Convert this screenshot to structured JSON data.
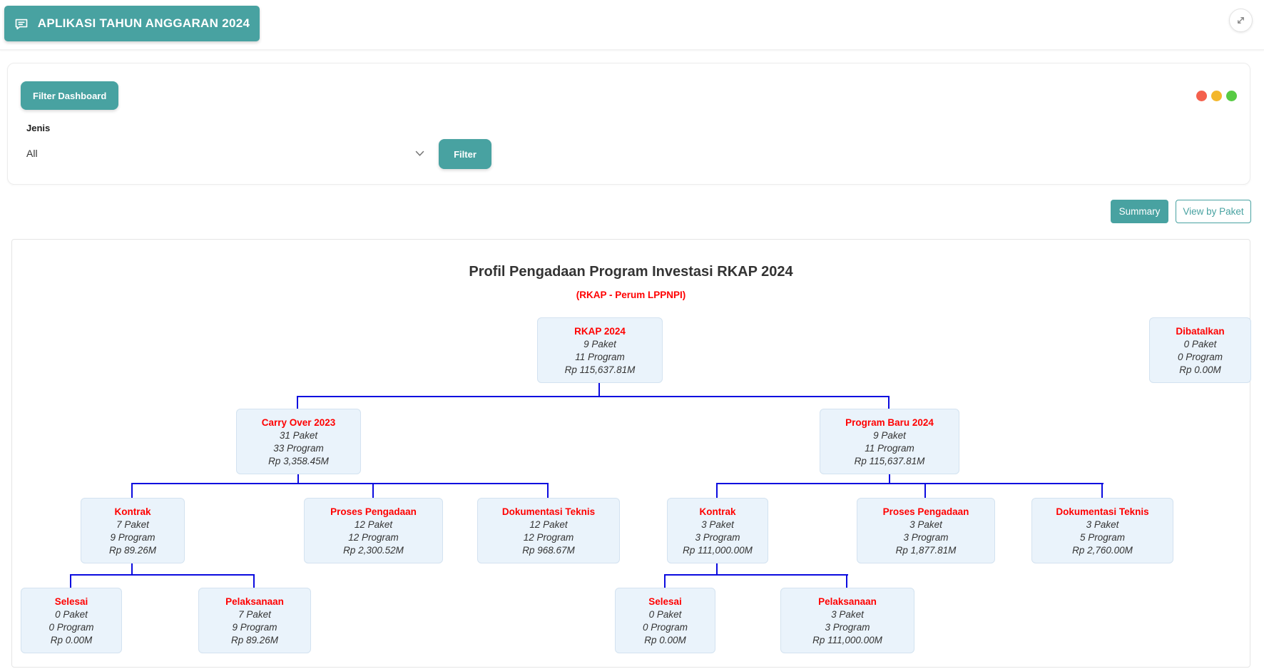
{
  "header": {
    "app_title": "APLIKASI TAHUN ANGGARAN 2024",
    "icons": {
      "title_icon": "chat-message-icon",
      "corner_icon": "diagonal-resize-icon"
    }
  },
  "filter_panel": {
    "panel_button_label": "Filter Dashboard",
    "jenis_label": "Jenis",
    "jenis_selected_value": "All",
    "filter_button_label": "Filter",
    "status_dots": [
      {
        "name": "red",
        "color": "#f4604d"
      },
      {
        "name": "yellow",
        "color": "#f3b72b"
      },
      {
        "name": "green",
        "color": "#57cb43"
      }
    ]
  },
  "view_toggle": {
    "summary_label": "Summary",
    "view_by_paket_label": "View by Paket"
  },
  "org_chart": {
    "title": "Profil Pengadaan Program Investasi RKAP 2024",
    "subtitle": "(RKAP - Perum LPPNPI)",
    "nodes": [
      {
        "title": "RKAP 2024",
        "parent": null,
        "paket": "9 Paket",
        "program": "11 Program",
        "nilai": "Rp 115,637.81M"
      },
      {
        "title": "Dibatalkan",
        "parent": null,
        "paket": "0 Paket",
        "program": "0 Program",
        "nilai": "Rp 0.00M"
      },
      {
        "title": "Carry Over 2023",
        "parent": "RKAP 2024",
        "paket": "31 Paket",
        "program": "33 Program",
        "nilai": "Rp 3,358.45M"
      },
      {
        "title": "Program Baru 2024",
        "parent": "RKAP 2024",
        "paket": "9 Paket",
        "program": "11 Program",
        "nilai": "Rp 115,637.81M"
      },
      {
        "title": "Kontrak",
        "parent": "Carry Over 2023",
        "paket": "7 Paket",
        "program": "9 Program",
        "nilai": "Rp 89.26M"
      },
      {
        "title": "Proses Pengadaan",
        "parent": "Carry Over 2023",
        "paket": "12 Paket",
        "program": "12 Program",
        "nilai": "Rp 2,300.52M"
      },
      {
        "title": "Dokumentasi Teknis",
        "parent": "Carry Over 2023",
        "paket": "12 Paket",
        "program": "12 Program",
        "nilai": "Rp 968.67M"
      },
      {
        "title": "Kontrak",
        "parent": "Program Baru 2024",
        "paket": "3 Paket",
        "program": "3 Program",
        "nilai": "Rp 111,000.00M"
      },
      {
        "title": "Proses Pengadaan",
        "parent": "Program Baru 2024",
        "paket": "3 Paket",
        "program": "3 Program",
        "nilai": "Rp 1,877.81M"
      },
      {
        "title": "Dokumentasi Teknis",
        "parent": "Program Baru 2024",
        "paket": "3 Paket",
        "program": "5 Program",
        "nilai": "Rp 2,760.00M"
      },
      {
        "title": "Selesai",
        "parent": "Kontrak (Carry Over 2023)",
        "paket": "0 Paket",
        "program": "0 Program",
        "nilai": "Rp 0.00M"
      },
      {
        "title": "Pelaksanaan",
        "parent": "Kontrak (Carry Over 2023)",
        "paket": "7 Paket",
        "program": "9 Program",
        "nilai": "Rp 89.26M"
      },
      {
        "title": "Selesai",
        "parent": "Kontrak (Program Baru 2024)",
        "paket": "0 Paket",
        "program": "0 Program",
        "nilai": "Rp 0.00M"
      },
      {
        "title": "Pelaksanaan",
        "parent": "Kontrak (Program Baru 2024)",
        "paket": "3 Paket",
        "program": "3 Program",
        "nilai": "Rp 111,000.00M"
      }
    ]
  },
  "colors": {
    "accent_teal": "#48a2a1",
    "node_title_red": "#ff0000",
    "node_background": "#eaf3fb",
    "node_border": "#d3e2f0",
    "connector_blue": "#0b0bdf"
  }
}
